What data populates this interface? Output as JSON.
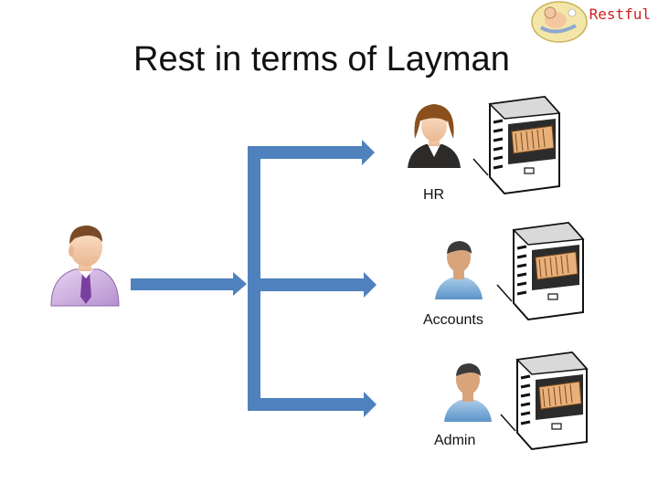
{
  "header": {
    "title": "Rest in terms of Layman",
    "brand": "Restful"
  },
  "diagram": {
    "client": {
      "icon": "businessman-icon"
    },
    "departments": [
      {
        "label": "HR",
        "person_icon": "woman-icon",
        "storage_icon": "filing-cabinet-icon"
      },
      {
        "label": "Accounts",
        "person_icon": "man-icon",
        "storage_icon": "filing-cabinet-icon"
      },
      {
        "label": "Admin",
        "person_icon": "man-icon",
        "storage_icon": "filing-cabinet-icon"
      }
    ]
  },
  "colors": {
    "arrow": "#4f81bd",
    "brand": "#cc1f1f"
  }
}
